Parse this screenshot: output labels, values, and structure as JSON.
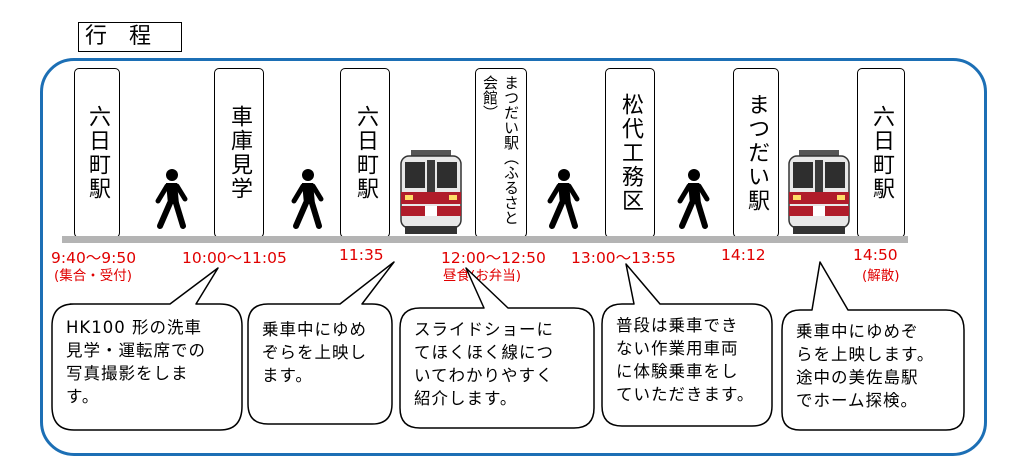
{
  "title": "行　程",
  "stations": [
    {
      "label": "六日町駅"
    },
    {
      "label": "車庫見学"
    },
    {
      "label": "六日町駅"
    },
    {
      "label": "まつだい駅（ふるさと会館）"
    },
    {
      "label": "松代工務区"
    },
    {
      "label": "まつだい駅"
    },
    {
      "label": "六日町駅"
    }
  ],
  "times": [
    {
      "time": "9:40〜9:50",
      "note": "(集合・受付)"
    },
    {
      "time": "10:00〜11:05",
      "note": ""
    },
    {
      "time": "11:35",
      "note": ""
    },
    {
      "time": "12:00〜12:50",
      "note": "昼食(お弁当)"
    },
    {
      "time": "13:00〜13:55",
      "note": ""
    },
    {
      "time": "14:12",
      "note": ""
    },
    {
      "time": "14:50",
      "note": "(解散)"
    }
  ],
  "bubbles": [
    {
      "line1": "HK100 形の洗車",
      "line2": "見学・運転席での",
      "line3": "写真撮影をしま",
      "line4": "す。"
    },
    {
      "line1": "乗車中にゆめ",
      "line2": "ぞらを上映し",
      "line3": "ます。"
    },
    {
      "line1": "スライドショーに",
      "line2": "てほくほく線につ",
      "line3": "いてわかりやすく",
      "line4": "紹介します。"
    },
    {
      "line1": "普段は乗車でき",
      "line2": "ない作業用車両",
      "line3": "に体験乗車をし",
      "line4": "ていただきます。"
    },
    {
      "line1": "乗車中にゆめぞ",
      "line2": "らを上映します。",
      "line3": "途中の美佐島駅",
      "line4": "でホーム探検。"
    }
  ],
  "colors": {
    "frame": "#1c6fb5",
    "time": "#e00000",
    "train_red": "#b01c2a",
    "track": "#b4b4b4"
  },
  "icons": [
    "walking-person-icon",
    "train-icon"
  ]
}
